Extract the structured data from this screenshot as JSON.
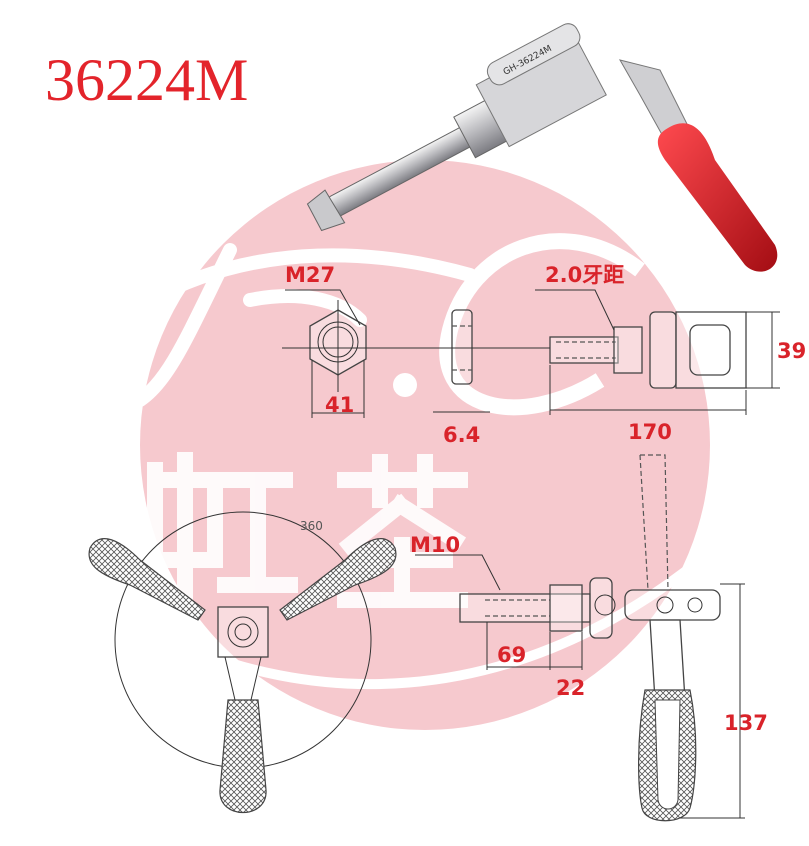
{
  "title": "36224M",
  "watermark": {
    "monogram": "F.C",
    "characters": "虹荃"
  },
  "product_photo": {
    "engraving": "GH-36224M"
  },
  "dimensions": {
    "nut_thread": "M27",
    "thread_pitch": "2.0牙距",
    "nut_width": "41",
    "nut_thickness": "6.4",
    "total_length": "170",
    "height": "39",
    "rotation": "360",
    "plunger_thread": "M10",
    "stroke_length": "69",
    "stroke": "22",
    "handle_length": "137"
  },
  "colors": {
    "accent": "#d9232a",
    "watermark": "#f4c7cc",
    "handle": "#d8141d"
  }
}
